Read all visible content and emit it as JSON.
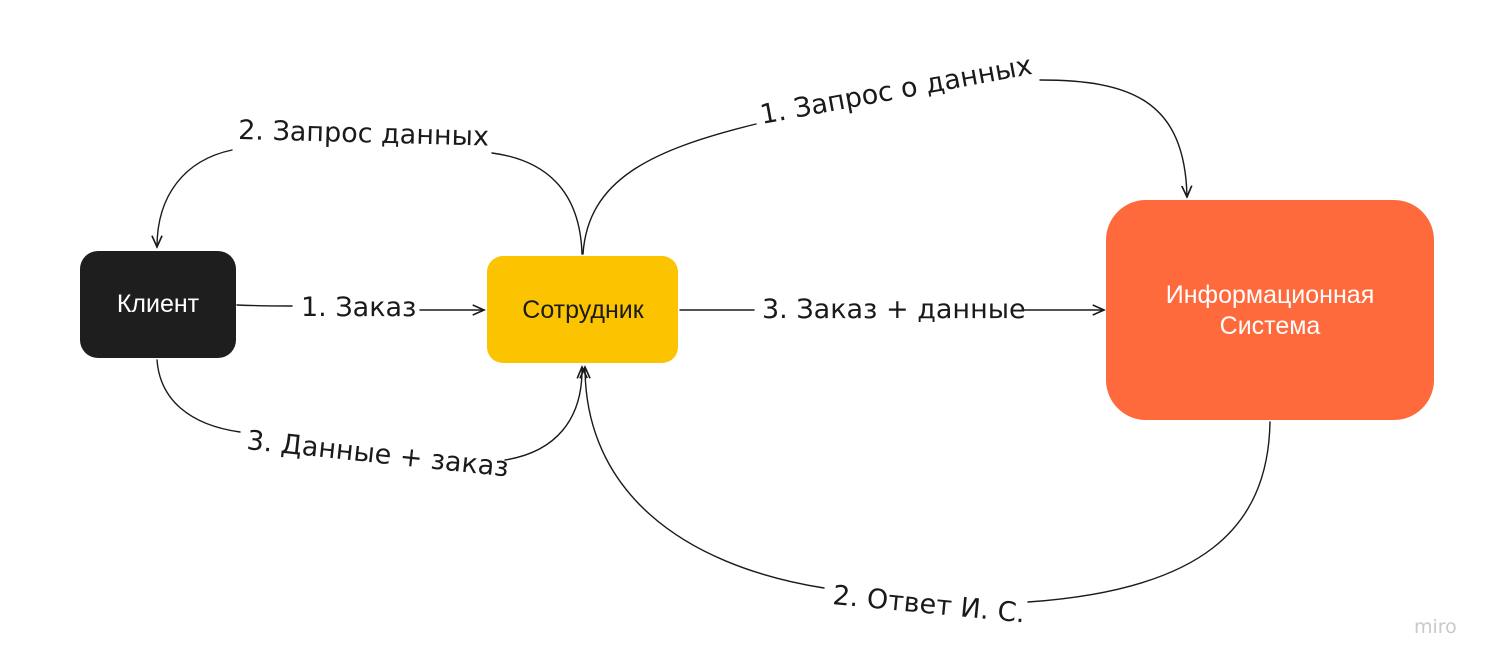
{
  "nodes": {
    "client": {
      "label": "Клиент",
      "fill": "#1e1e1e",
      "text_color": "#ffffff"
    },
    "employee": {
      "label": "Сотрудник",
      "fill": "#fcc400",
      "text_color": "#1a1a1a"
    },
    "info_system": {
      "label_line1": "Информационная",
      "label_line2": "Система",
      "fill": "#ff6a3c",
      "text_color": "#ffffff"
    }
  },
  "edges": {
    "client_to_employee": "1. Заказ",
    "employee_to_client_request": "2. Запрос данных",
    "client_to_employee_data": "3. Данные + заказ",
    "employee_to_system_request": "1. Запрос о данных",
    "system_to_employee_answer": "2. Ответ И. С.",
    "employee_to_system_order": "3. Заказ + данные"
  },
  "watermark": {
    "text": "miro",
    "color": "#c9c9c9"
  },
  "colors": {
    "line": "#1a1a1a",
    "background": "#ffffff"
  }
}
